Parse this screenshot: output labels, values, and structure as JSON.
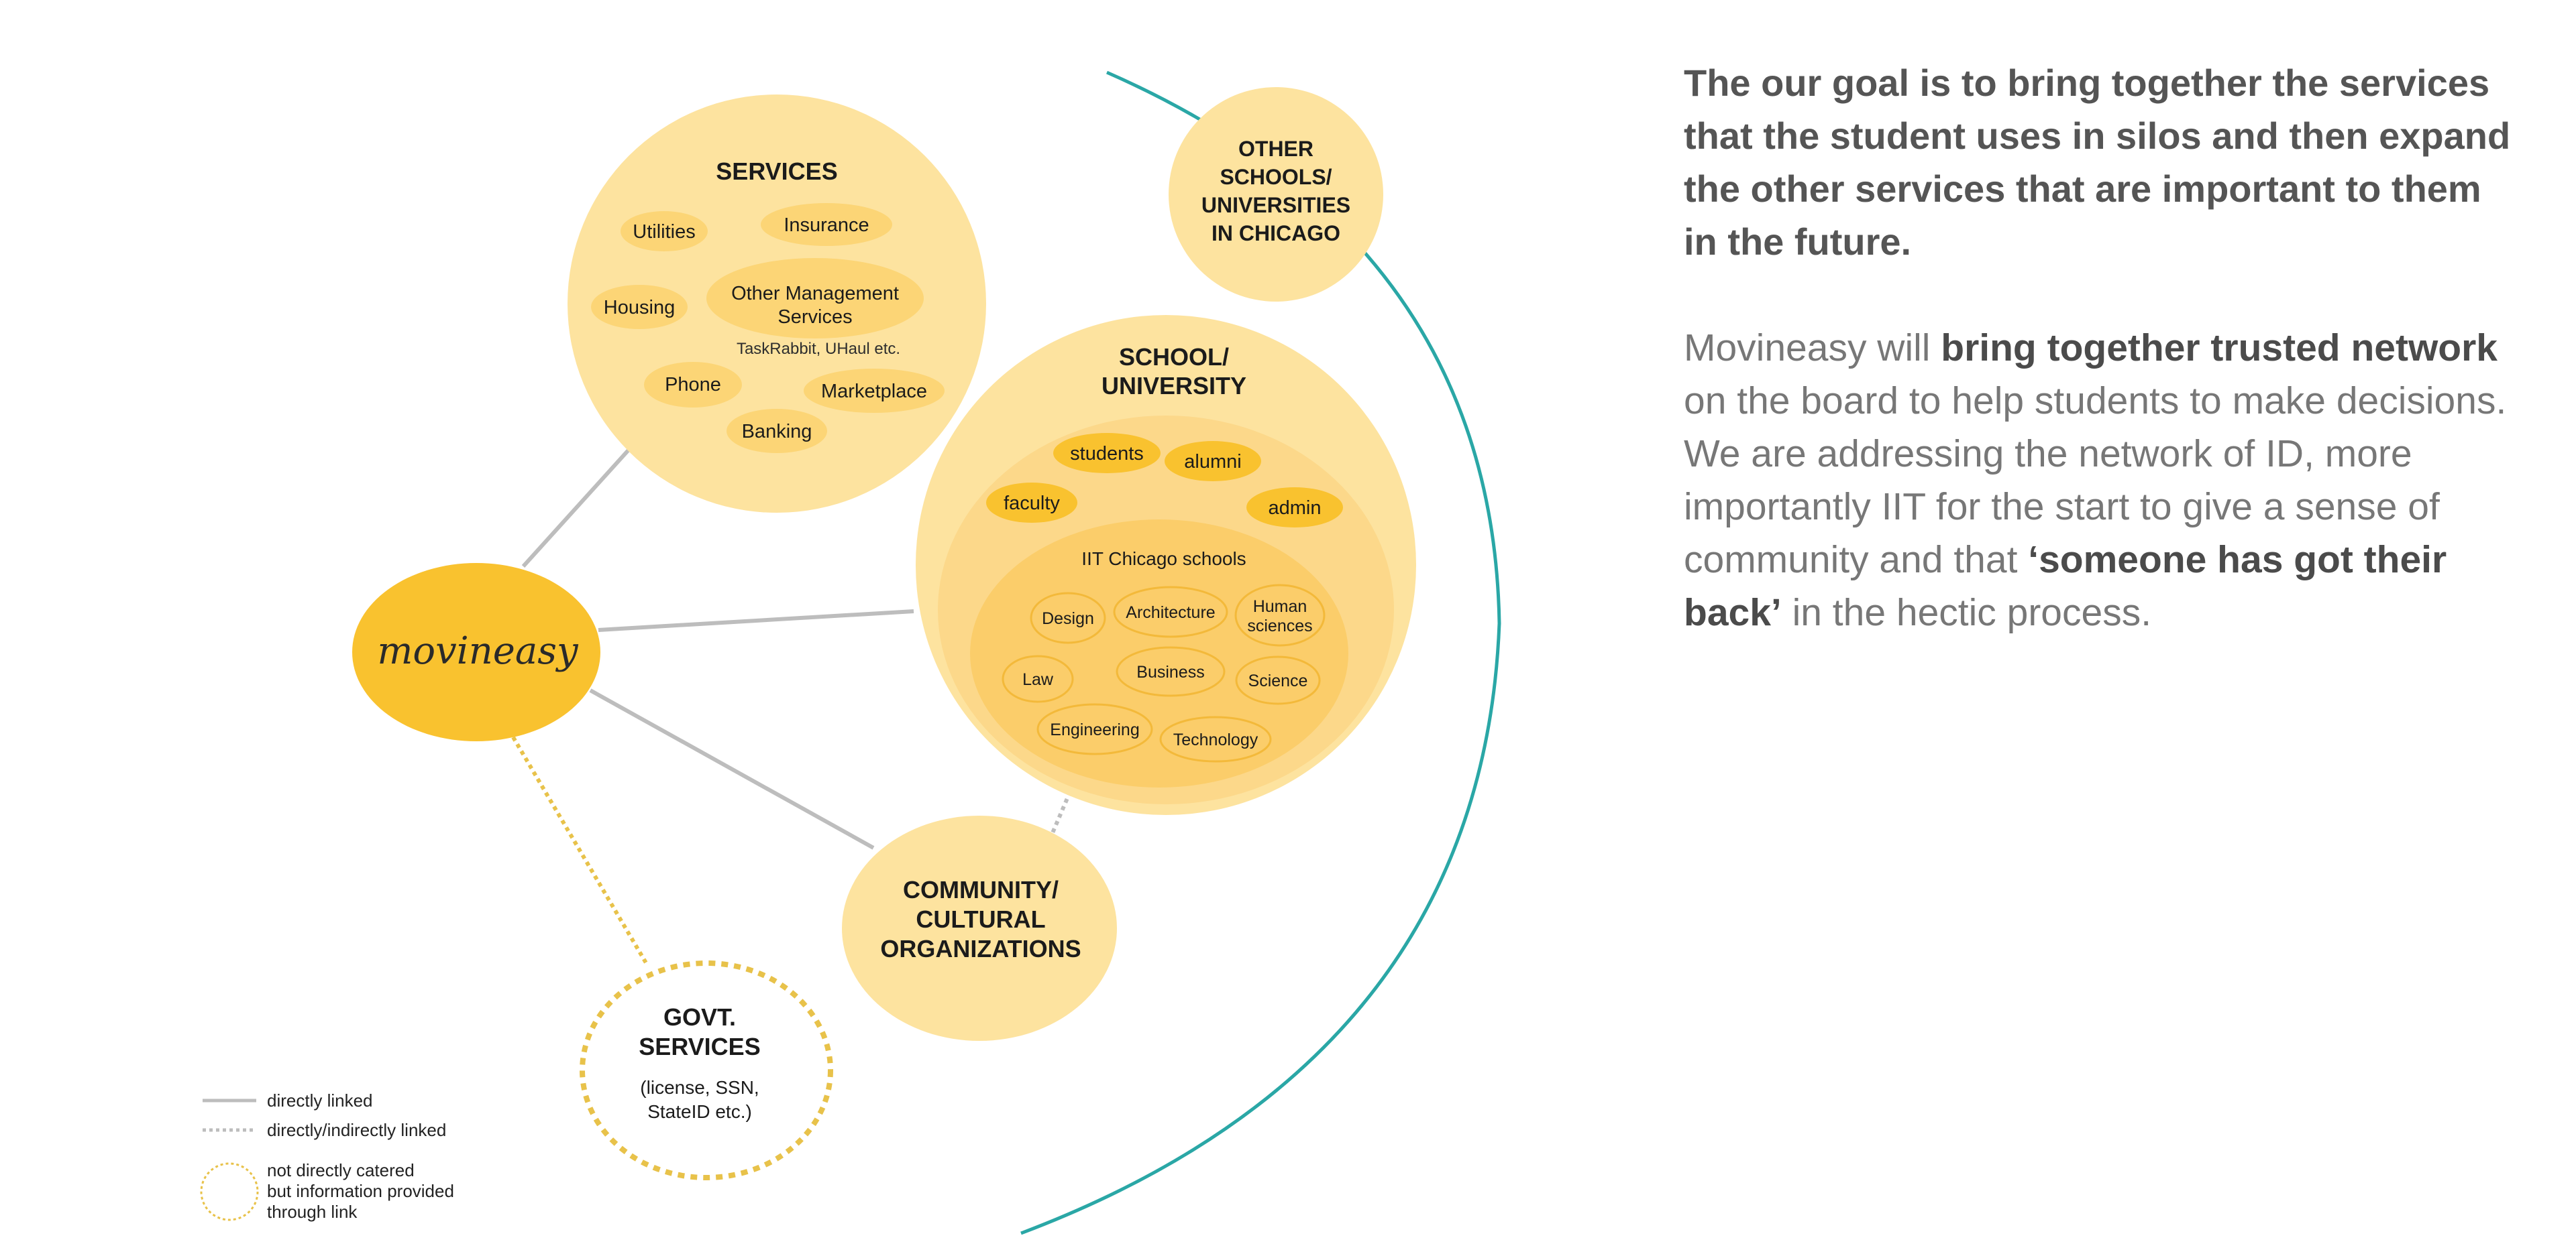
{
  "logo": {
    "text": "movineasy"
  },
  "services": {
    "title": "SERVICES",
    "items": {
      "utilities": "Utilities",
      "insurance": "Insurance",
      "housing": "Housing",
      "other_management_line1": "Other Management",
      "other_management_line2": "Services",
      "other_management_note": "TaskRabbit, UHaul etc.",
      "phone": "Phone",
      "marketplace": "Marketplace",
      "banking": "Banking"
    }
  },
  "other_schools": {
    "line1": "OTHER",
    "line2": "SCHOOLS/",
    "line3": "UNIVERSITIES",
    "line4": "IN CHICAGO"
  },
  "school": {
    "title_line1": "SCHOOL/",
    "title_line2": "UNIVERSITY",
    "members": {
      "students": "students",
      "alumni": "alumni",
      "faculty": "faculty",
      "admin": "admin"
    },
    "iit": {
      "title": "IIT Chicago schools",
      "design": "Design",
      "architecture": "Architecture",
      "human_line1": "Human",
      "human_line2": "sciences",
      "law": "Law",
      "business": "Business",
      "science": "Science",
      "engineering": "Engineering",
      "technology": "Technology"
    }
  },
  "community": {
    "line1": "COMMUNITY/",
    "line2": "CULTURAL",
    "line3": "ORGANIZATIONS"
  },
  "govt": {
    "line1": "GOVT.",
    "line2": "SERVICES",
    "note_line1": "(license, SSN,",
    "note_line2": "StateID etc.)"
  },
  "legend": {
    "direct": "directly linked",
    "indirect": "directly/indirectly linked",
    "not_catered_line1": "not directly catered",
    "not_catered_line2": "but information provided",
    "not_catered_line3": "through link"
  },
  "panel": {
    "goal": "The our goal is to bring together the services that the student uses in silos and then expand the other services that are important to them in the future.",
    "desc": {
      "p1": "Movineasy will ",
      "b1": "bring together trusted network",
      "p2": " on the board to help students to make decisions. We are addressing the network of ID, more importantly IIT for the start to give a sense of community and that ",
      "b2": "‘someone has got their back’",
      "p3": " in the hectic process."
    }
  },
  "colors": {
    "light_yellow": "#fde39f",
    "mid_yellow": "#fcd576",
    "gold": "#f9c22f",
    "teal": "#2aa7a6",
    "line_gray": "#bdbdbd",
    "dotted_gold": "#e8c24a"
  }
}
